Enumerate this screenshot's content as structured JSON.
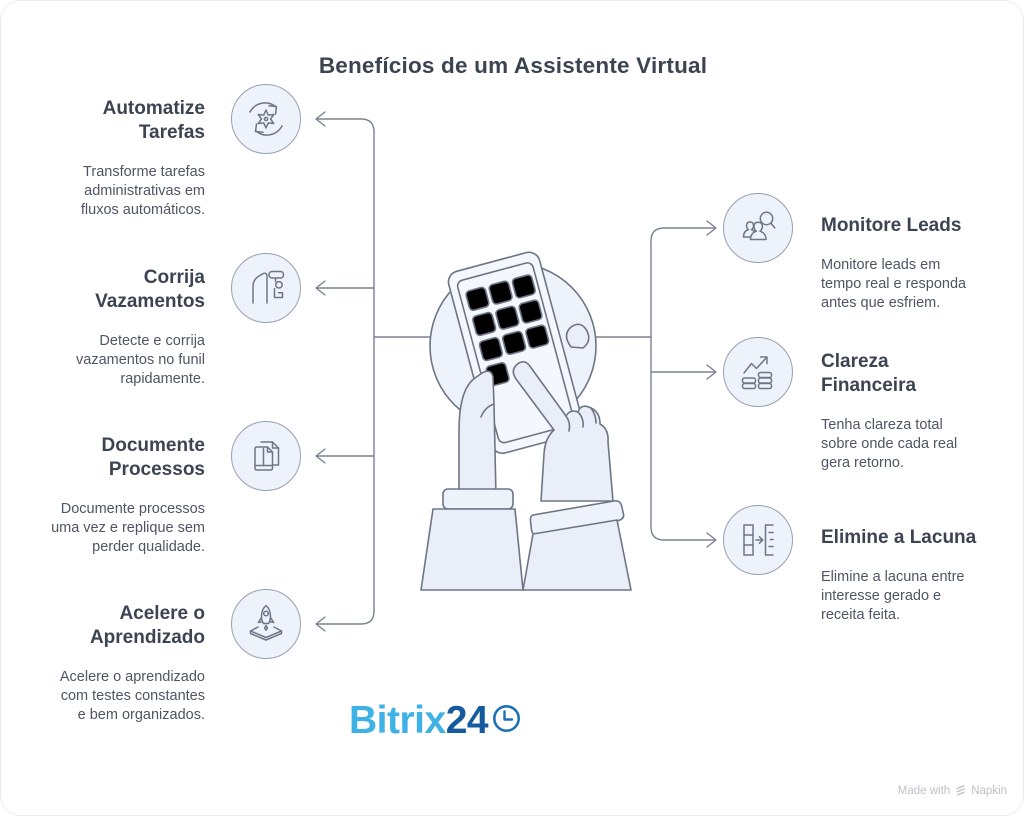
{
  "title": "Benefícios de um Assistente Virtual",
  "left_items": [
    {
      "heading": "Automatize\nTarefas",
      "description": "Transforme tarefas\nadministrativas em\nfluxos automáticos.",
      "icon": "sync-gear-icon"
    },
    {
      "heading": "Corrija\nVazamentos",
      "description": "Detecte e corrija\nvazamentos no funil\nrapidamente.",
      "icon": "hand-faucet-icon"
    },
    {
      "heading": "Documente\nProcessos",
      "description": "Documente processos\numa vez e replique sem\nperder qualidade.",
      "icon": "documents-icon"
    },
    {
      "heading": "Acelere o\nAprendizado",
      "description": "Acelere o aprendizado\ncom testes constantes\ne bem organizados.",
      "icon": "rocket-launch-icon"
    }
  ],
  "right_items": [
    {
      "heading": "Monitore Leads",
      "description": "Monitore leads em\ntempo real e responda\nantes que esfriem.",
      "icon": "leads-magnifier-icon"
    },
    {
      "heading": "Clareza\nFinanceira",
      "description": "Tenha clareza total\nsobre onde cada real\ngera retorno.",
      "icon": "growth-coins-icon"
    },
    {
      "heading": "Elimine a Lacuna",
      "description": "Elimine a lacuna entre\ninteresse gerado e\nreceita feita.",
      "icon": "column-to-list-icon"
    }
  ],
  "center_illustration": "hands-using-calculator-phone",
  "footer": {
    "brand_primary": "Bitrix",
    "brand_suffix": "24",
    "brand_icon": "clock-icon"
  },
  "attribution": {
    "made_with": "Made with",
    "brand": "Napkin",
    "icon": "napkin-logo-icon"
  },
  "colors": {
    "background": "#ffffff",
    "heading_text": "#3d4451",
    "body_text": "#4e5563",
    "connector_line": "#7b8290",
    "icon_circle_fill": "#edf2fb",
    "icon_circle_border": "#99a1b0",
    "icon_stroke": "#6e7787",
    "bitrix_light_blue": "#3fb2e5",
    "bitrix_dark_blue": "#155a9c",
    "attribution_gray": "#bdc1c8"
  }
}
